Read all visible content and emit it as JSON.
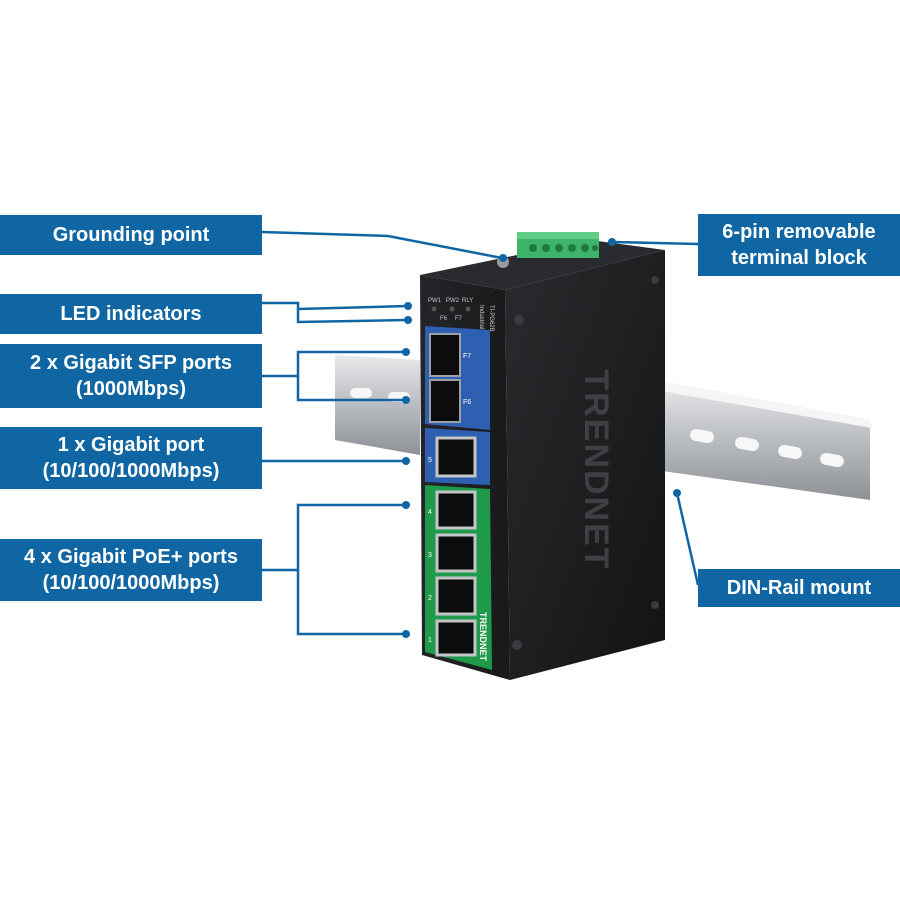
{
  "callouts": {
    "grounding": "Grounding point",
    "led": "LED indicators",
    "sfp_line1": "2 x Gigabit SFP ports",
    "sfp_line2": "(1000Mbps)",
    "gigabit_line1": "1 x Gigabit port",
    "gigabit_line2": "(10/100/1000Mbps)",
    "poe_line1": "4 x Gigabit PoE+ ports",
    "poe_line2": "(10/100/1000Mbps)",
    "terminal_line1": "6-pin removable",
    "terminal_line2": "terminal block",
    "din": "DIN-Rail mount"
  },
  "device": {
    "brand_side": "TRENDNET",
    "brand_front": "TRENDNET",
    "model": "TI-PG62B",
    "subtitle": "Industrial Gigabit PoE+ Switch",
    "led_labels": [
      "PW1",
      "PW2",
      "RLY",
      "F6",
      "F7"
    ],
    "port_numbers": [
      "F7",
      "F6",
      "5",
      "4",
      "3",
      "2",
      "1"
    ]
  },
  "colors": {
    "callout_bg": "#0f66a3",
    "leader_line": "#0f66a3",
    "sfp_panel": "#2f5fb0",
    "poe_panel": "#1e9a4a",
    "terminal_block": "#3db46a",
    "chassis": "#1b1c1e"
  }
}
